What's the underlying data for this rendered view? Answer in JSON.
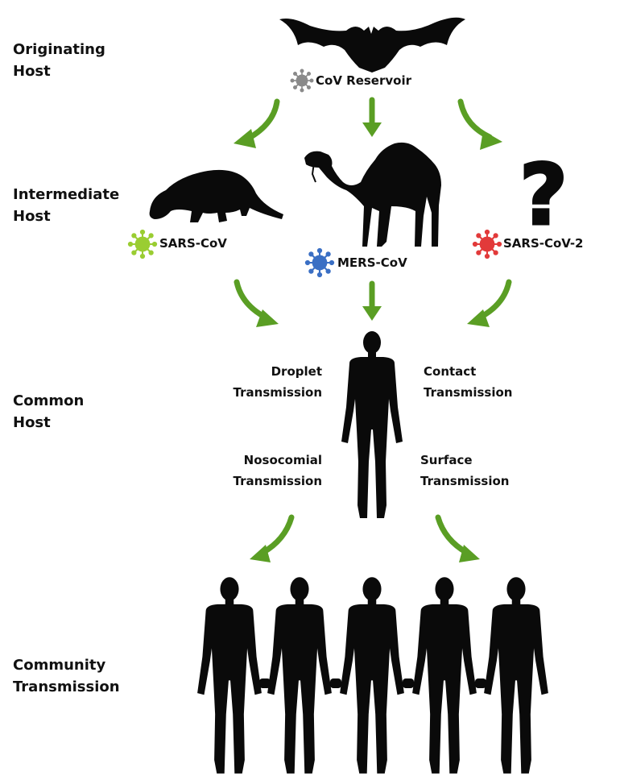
{
  "levels": {
    "originating": [
      "Originating",
      "Host"
    ],
    "intermediate": [
      "Intermediate",
      "Host"
    ],
    "common": [
      "Common",
      "Host"
    ],
    "community": [
      "Community",
      "Transmission"
    ]
  },
  "viruses": {
    "reservoir": {
      "label": "CoV Reservoir",
      "color": "#8a8a8a"
    },
    "sars": {
      "label": "SARS-CoV",
      "color": "#9acd32"
    },
    "mers": {
      "label": "MERS-CoV",
      "color": "#3a6fc4"
    },
    "sars2": {
      "label": "SARS-CoV-2",
      "color": "#e23a3a"
    }
  },
  "transmission": {
    "droplet": [
      "Droplet",
      "Transmission"
    ],
    "contact": [
      "Contact",
      "Transmission"
    ],
    "nosocomial": [
      "Nosocomial",
      "Transmission"
    ],
    "surface": [
      "Surface",
      "Transmission"
    ]
  },
  "unknown_host_symbol": "?",
  "colors": {
    "arrow": "#5a9e24",
    "silhouette": "#0a0a0a"
  },
  "icons": [
    "bat-icon",
    "pangolin-icon",
    "camel-icon",
    "question-mark-icon",
    "human-icon",
    "virus-icon"
  ]
}
